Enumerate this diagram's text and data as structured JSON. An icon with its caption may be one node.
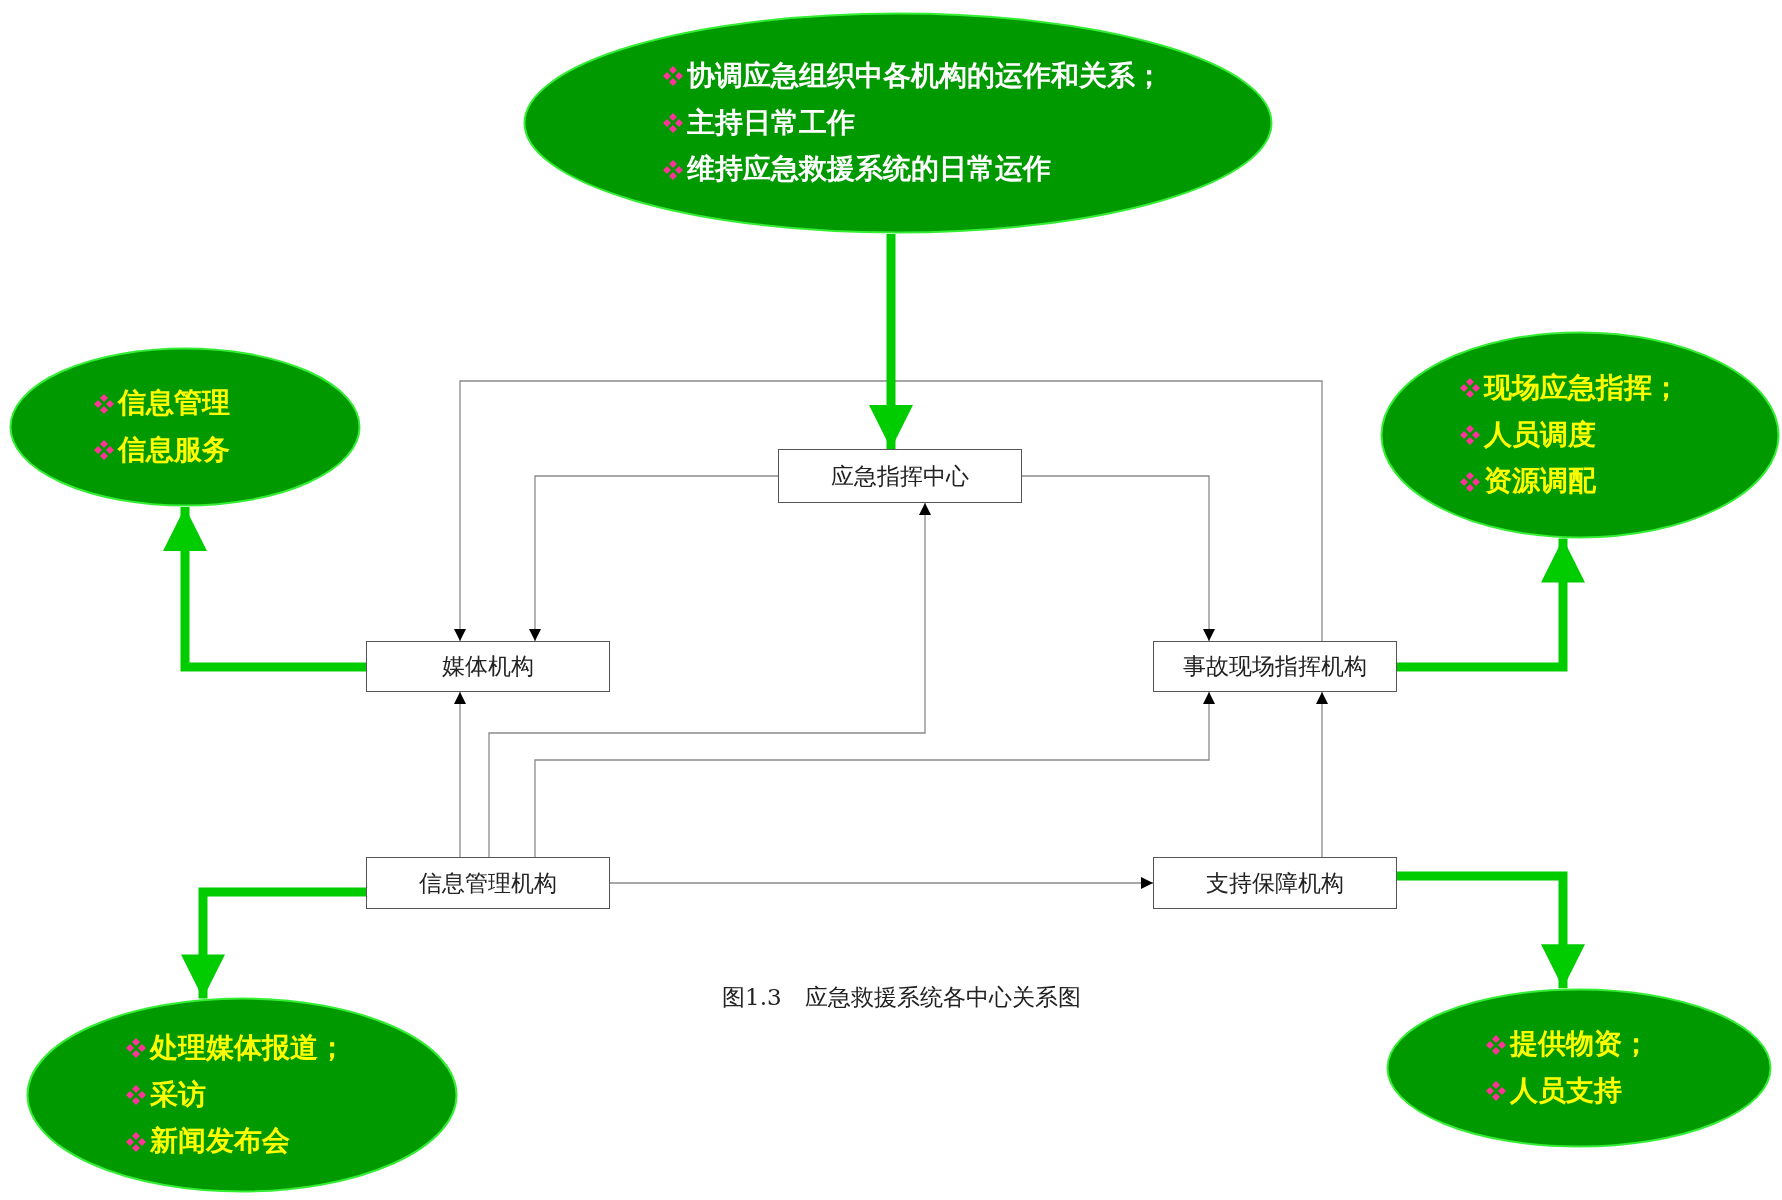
{
  "diagram": {
    "caption": "图1.3　应急救援系统各中心关系图",
    "nodes": [
      {
        "text": [
          "协调应急组织中各机构的运作和关系；",
          "主持日常工作",
          "维持应急救援系统的日常运作"
        ]
      },
      {
        "text": [
          "信息管理",
          "信息服务"
        ]
      },
      {
        "text": [
          "现场应急指挥；",
          "人员调度",
          "资源调配"
        ]
      },
      {
        "text": [
          "应急指挥中心"
        ]
      },
      {
        "text": [
          "媒体机构"
        ]
      },
      {
        "text": [
          "事故现场指挥机构"
        ]
      },
      {
        "text": [
          "信息管理机构"
        ]
      },
      {
        "text": [
          "支持保障机构"
        ]
      },
      {
        "text": [
          "处理媒体报道；",
          "采访",
          "新闻发布会"
        ]
      },
      {
        "text": [
          "提供物资；",
          "人员支持"
        ]
      }
    ],
    "edges": [
      {
        "from": 5,
        "to": 4,
        "arrow": "to"
      },
      {
        "from": 3,
        "to": 4,
        "arrow": "to"
      },
      {
        "from": 3,
        "to": 5,
        "arrow": "to"
      },
      {
        "from": 6,
        "to": 4,
        "arrow": "to"
      },
      {
        "from": 6,
        "to": 3,
        "arrow": "to"
      },
      {
        "from": 6,
        "to": 5,
        "arrow": "to"
      },
      {
        "from": 7,
        "to": 5,
        "arrow": "to"
      },
      {
        "from": 6,
        "to": 7,
        "arrow": "to"
      },
      {
        "from": 0,
        "to": 3,
        "arrow": "to",
        "style": "thick",
        "color": "#00cc00"
      },
      {
        "from": 4,
        "to": 1,
        "arrow": "to",
        "style": "thick",
        "color": "#00cc00"
      },
      {
        "from": 5,
        "to": 2,
        "arrow": "to",
        "style": "thick",
        "color": "#00cc00"
      },
      {
        "from": 6,
        "to": 8,
        "arrow": "to",
        "style": "thick",
        "color": "#00cc00"
      },
      {
        "from": 7,
        "to": 9,
        "arrow": "to",
        "style": "thick",
        "color": "#00cc00"
      }
    ]
  }
}
